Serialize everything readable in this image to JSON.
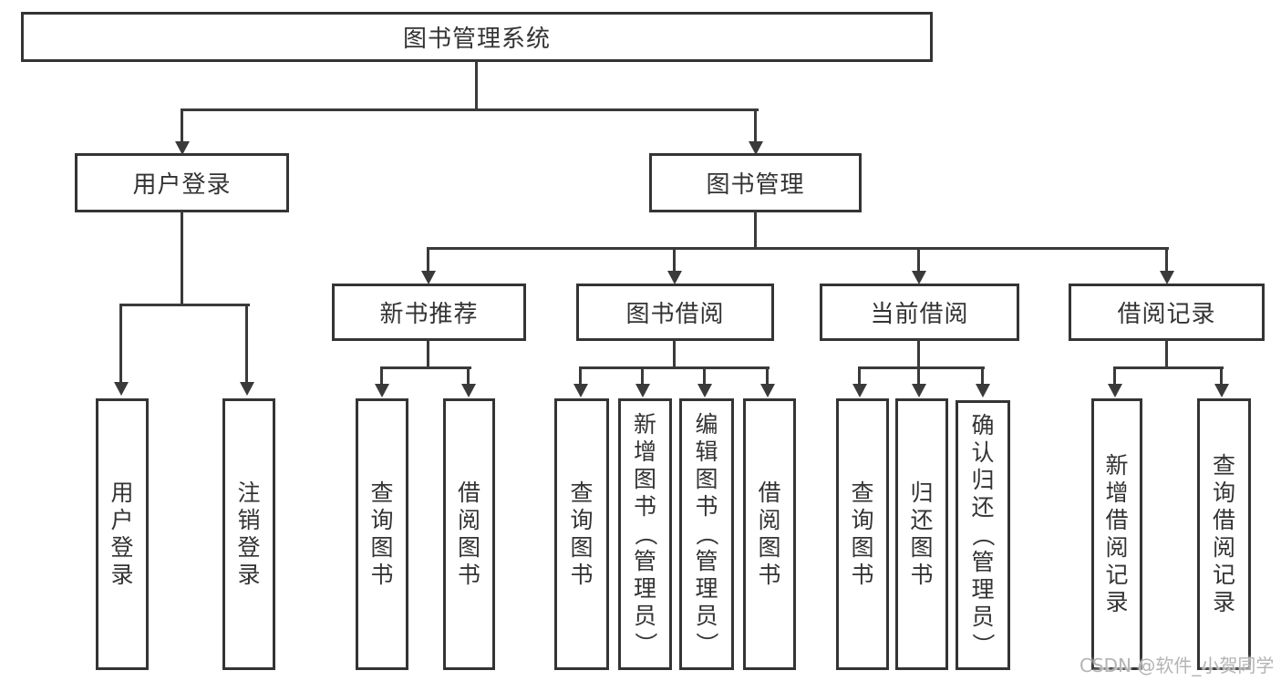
{
  "diagram": {
    "root": {
      "label": "图书管理系统"
    },
    "user_branch": {
      "label": "用户登录",
      "children": [
        {
          "label": "用户登录"
        },
        {
          "label": "注销登录"
        }
      ]
    },
    "mgmt_branch": {
      "label": "图书管理",
      "groups": [
        {
          "label": "新书推荐",
          "children": [
            {
              "label": "查询图书"
            },
            {
              "label": "借阅图书"
            }
          ]
        },
        {
          "label": "图书借阅",
          "children": [
            {
              "label": "查询图书"
            },
            {
              "label": "新增图书（管理员）"
            },
            {
              "label": "编辑图书（管理员）"
            },
            {
              "label": "借阅图书"
            }
          ]
        },
        {
          "label": "当前借阅",
          "children": [
            {
              "label": "查询图书"
            },
            {
              "label": "归还图书"
            },
            {
              "label": "确认归还（管理员）"
            }
          ]
        },
        {
          "label": "借阅记录",
          "children": [
            {
              "label": "新增借阅记录"
            },
            {
              "label": "查询借阅记录"
            }
          ]
        }
      ]
    },
    "colors": {
      "line": "#3a3a3a",
      "border": "#343434",
      "text": "#333333",
      "watermark": "#b4b4b4",
      "background": "#ffffff"
    }
  },
  "watermark": {
    "text": "CSDN @软件_小贺同学"
  }
}
